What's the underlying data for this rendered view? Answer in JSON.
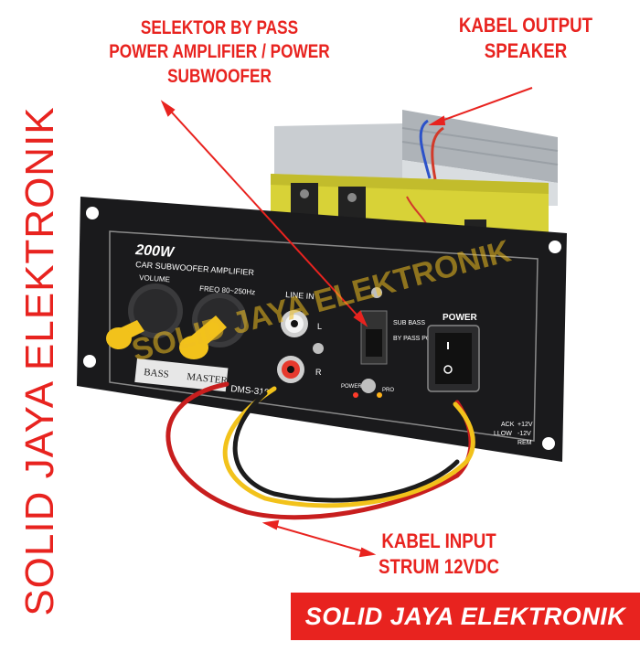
{
  "labels": {
    "selector_line1": "SELEKTOR BY PASS",
    "selector_line2": "POWER AMPLIFIER / POWER SUBWOOFER",
    "output_line1": "KABEL OUTPUT",
    "output_line2": "SPEAKER",
    "input_line1": "KABEL INPUT",
    "input_line2": "STRUM 12VDC"
  },
  "brand": {
    "side_text": "SOLID JAYA ELEKTRONIK",
    "banner_text": "SOLID JAYA ELEKTRONIK",
    "watermark": "SOLID JAYA ELEKTRONIK"
  },
  "panel": {
    "power_rating": "200W",
    "subtitle": "CAR SUBWOOFER AMPLIFIER",
    "volume_label": "VOLUME",
    "freq_label": "FREQ 80~250Hz",
    "line_in_label": "LINE IN",
    "left_channel": "L",
    "right_channel": "R",
    "switch_top": "SUB BASS",
    "switch_bottom": "BY PASS POWER AMP",
    "power_label": "POWER",
    "led_power": "POWER",
    "led_pro": "PRO",
    "brand_left": "BASS",
    "brand_right": "MASTER",
    "model": "DMS-310",
    "wire_legend_1": "+12V",
    "wire_legend_2": "-12V",
    "wire_legend_3": "REM",
    "wire_legend_4": "ACK",
    "wire_legend_5": "LLOW"
  },
  "colors": {
    "accent_red": "#e8231f",
    "panel_black": "#1a1a1c",
    "pcb_yellow": "#d8d237",
    "knob_yellow": "#f2c21b"
  }
}
